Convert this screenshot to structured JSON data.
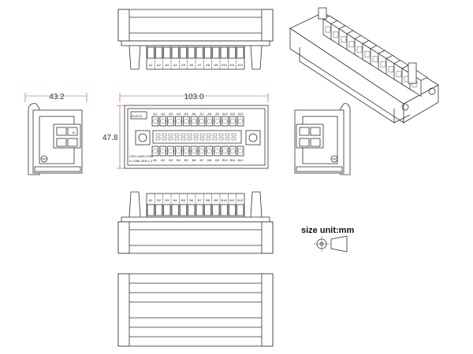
{
  "dimensions": {
    "depth": "43.2",
    "length": "103.0",
    "height": "47.8"
  },
  "size_unit": "size unit:mm",
  "labels_a": [
    "A1",
    "A2",
    "A3",
    "A4",
    "A5",
    "A6",
    "A7",
    "A8",
    "A9",
    "A10",
    "A11",
    "A12"
  ],
  "labels_b": [
    "B1",
    "B2",
    "B3",
    "B4",
    "B5",
    "B6",
    "B7",
    "B8",
    "B9",
    "B10",
    "B11",
    "B12"
  ],
  "board_text": {
    "brand": "ELECD",
    "website": "CZH-LABS.COM",
    "model": "D-1386-VER.1.0"
  },
  "side_label": "B"
}
